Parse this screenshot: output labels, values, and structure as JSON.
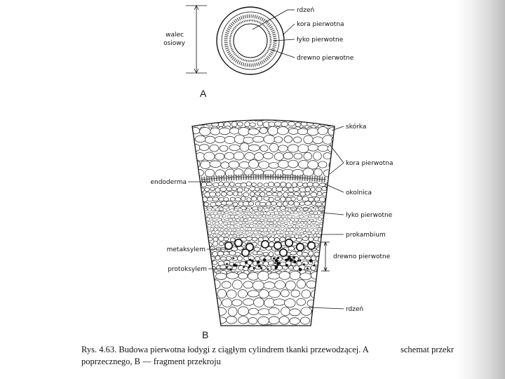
{
  "panelA": {
    "letter": "A",
    "labels": {
      "rdzen": "rdzeń",
      "kora": "kora pierwotna",
      "lyko": "łyko pierwotne",
      "drewno": "drewno pierwotne",
      "walec_line1": "walec",
      "walec_line2": "osiowy"
    }
  },
  "panelB": {
    "letter": "B",
    "labels": {
      "skorka": "skórka",
      "kora": "kora pierwotna",
      "endoderma": "endoderma",
      "okolnica": "okolnica",
      "lyko": "łyko pierwotne",
      "prokambium": "prokambium",
      "metaksylem": "metaksylem",
      "drewno": "drewno pierwotne",
      "protoksylem": "protoksylem",
      "rdzen": "rdzeń"
    }
  },
  "caption": {
    "line1": "Rys. 4.63. Budowa pierwotna łodygi z ciągłym cylindrem tkanki przewodzącej. A",
    "line1_right": "schemat przekr",
    "line2": "poprzecznego, B — fragment przekroju"
  }
}
